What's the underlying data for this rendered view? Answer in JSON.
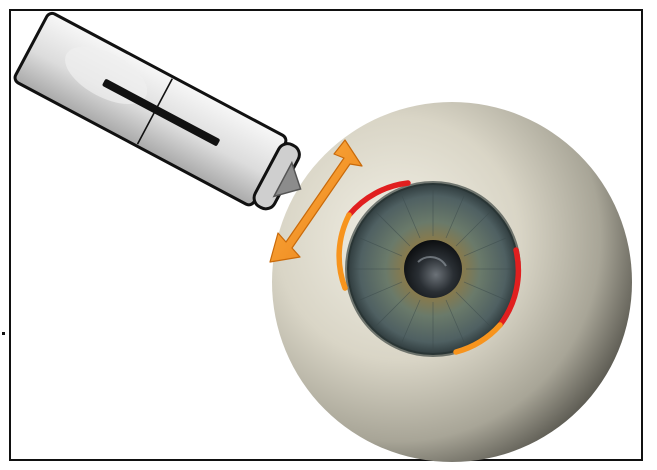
{
  "figure": {
    "background_color": "#ffffff",
    "frame_color": "#111111",
    "probe": {
      "body_color": "#e2e2e2",
      "stripe_color": "#111111",
      "tip_color": "#8c8c8c"
    },
    "arrow": {
      "color": "#f39a2a",
      "direction": "bidirectional",
      "icon": "double-headed-arrow"
    },
    "eyeball": {
      "sclera_color": "#d7d2c2",
      "iris_color": "#5c6b5c",
      "pupil_color": "#1e2226"
    },
    "marks": {
      "colors": [
        "#e11f1f",
        "#f7941d"
      ],
      "count": 4
    }
  }
}
